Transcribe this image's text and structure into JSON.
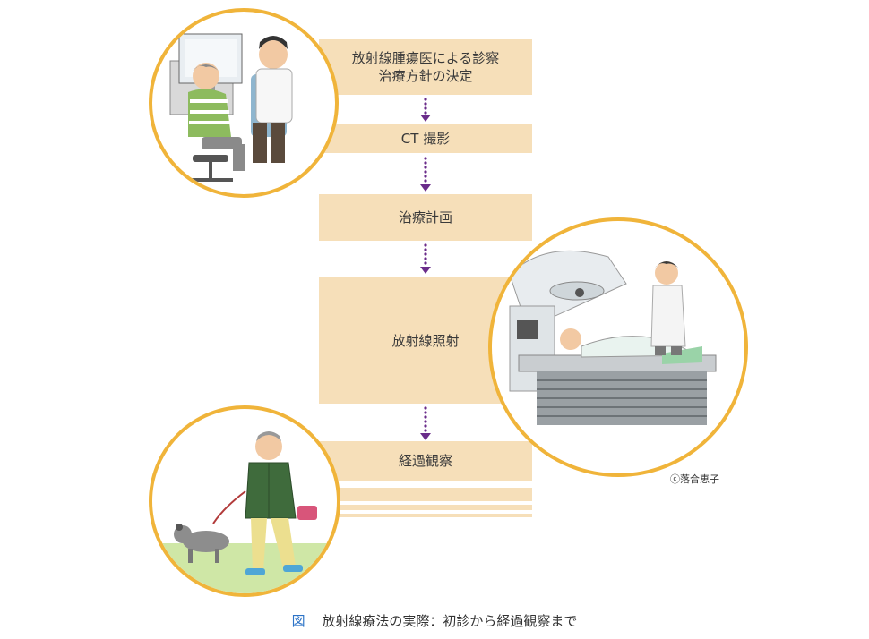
{
  "flow": {
    "steps": [
      {
        "label": "放射線腫瘍医による診察\n治療方針の決定"
      },
      {
        "label": "CT 撮影"
      },
      {
        "label": "治療計画"
      },
      {
        "label": "放射線照射"
      },
      {
        "label": "経過観察"
      }
    ]
  },
  "illustrations": [
    {
      "name": "consultation-illustration"
    },
    {
      "name": "radiation-treatment-illustration"
    },
    {
      "name": "follow-up-walk-illustration"
    }
  ],
  "credit": "ⓒ落合恵子",
  "caption": {
    "figure_label": "図",
    "text": "放射線療法の実際：初診から経過観察まで"
  },
  "colors": {
    "box_fill": "#f6dfb9",
    "arrow": "#6a2c8a",
    "circle_border": "#f0b43a",
    "caption_label": "#2c73c7"
  }
}
